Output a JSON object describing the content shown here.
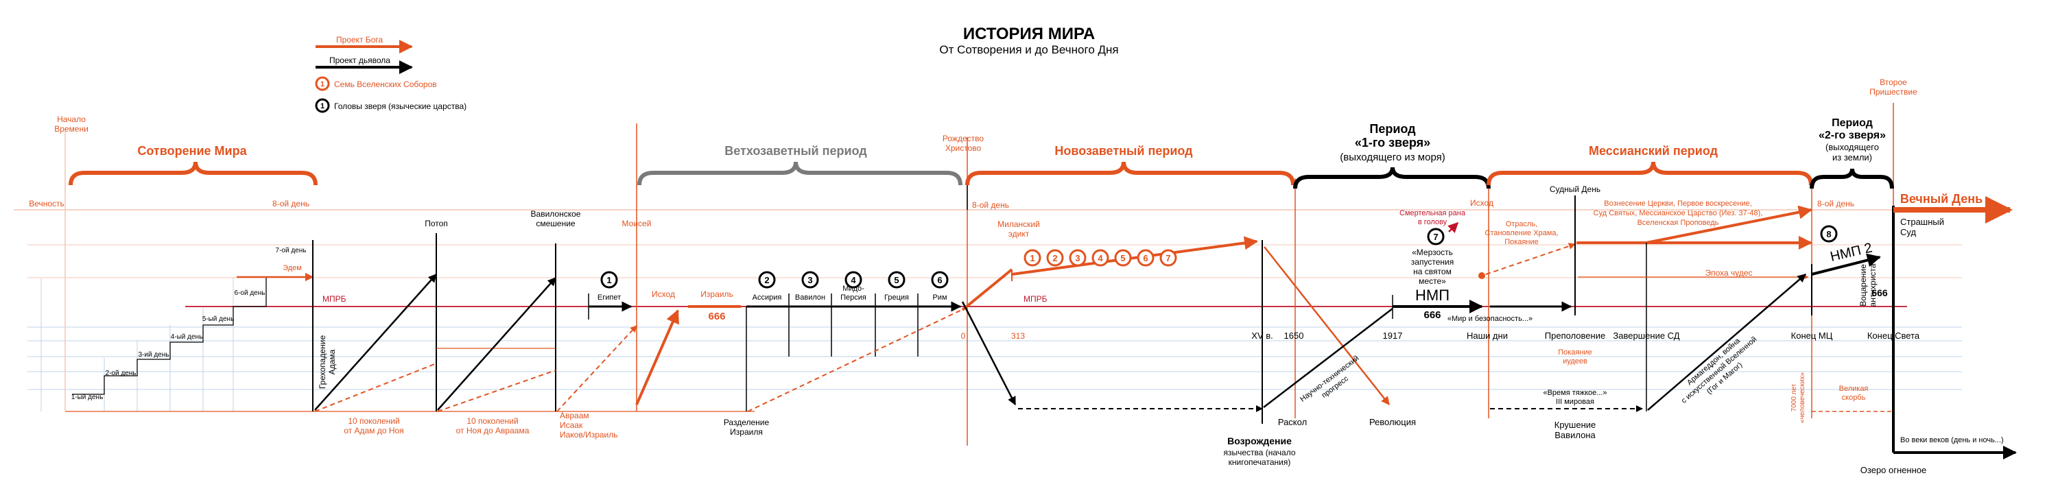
{
  "title": "ИСТОРИЯ МИРА",
  "subtitle": "От Сотворения и до Вечного Дня",
  "legend": {
    "god_project": "Проект Бога",
    "devil_project": "Проект дьявола",
    "councils": "Семь Вселенских Соборов",
    "heads": "Головы зверя (языческие царства)"
  },
  "colors": {
    "orange": "#e2531f",
    "black": "#000000",
    "gray": "#7a7a7a",
    "red": "#c0132a",
    "faint_orange": "#f4c7b3",
    "faint_blue": "#bcd3e8"
  },
  "periods": {
    "creation": "Сотворение Мира",
    "old_testament": "Ветхозаветный период",
    "new_testament": "Новозаветный период",
    "first_beast": [
      "Период",
      "«1-го зверя»",
      "(выходящего из моря)"
    ],
    "messianic": "Мессианский период",
    "second_beast": [
      "Период",
      "«2-го зверя»",
      "(выходящего",
      "из земли)"
    ],
    "eternal_day": "Вечный День"
  },
  "top_labels": {
    "beginning_of_time": [
      "Начало",
      "Времени"
    ],
    "eternity": "Вечность",
    "eighth_day_1": "8-ой день",
    "christmas": [
      "Рождество",
      "Христово"
    ],
    "eighth_day_2": "8-ой день",
    "second_coming": [
      "Второе",
      "Пришествие"
    ],
    "eighth_day_3": "8-ой день",
    "exodus": "Исход",
    "judgment_day": "Судный День"
  },
  "days": [
    "1-ый день",
    "2-ой день",
    "3-ий день",
    "4-ый день",
    "5-ый день",
    "6-ой день",
    "7-ой день"
  ],
  "creation_labels": {
    "eden": "Эдем",
    "mprb_1": "МПРБ",
    "mprb_2": "МПРБ",
    "fall": [
      "Грехопадение",
      "Адама"
    ],
    "flood": "Потоп",
    "babylon": [
      "Вавилонское",
      "смешение"
    ],
    "gen_adam_noah": [
      "10 поколений",
      "от Адам до Ноя"
    ],
    "gen_noah_abraham": [
      "10 поколений",
      "от Ноя до Авраама"
    ],
    "patriarchs": [
      "Авраам",
      "Исаак",
      "Иаков/Израиль"
    ],
    "moses": "Моисей"
  },
  "old_testament": {
    "exodus": "Исход",
    "israel": "Израиль",
    "n666": "666",
    "division": [
      "Разделение",
      "Израиля"
    ],
    "heads": [
      {
        "num": "1",
        "label": [
          "Египет"
        ]
      },
      {
        "num": "2",
        "label": [
          "Ассирия"
        ]
      },
      {
        "num": "3",
        "label": [
          "Вавилон"
        ]
      },
      {
        "num": "4",
        "label": [
          "Мидо-",
          "Персия"
        ]
      },
      {
        "num": "5",
        "label": [
          "Греция"
        ]
      },
      {
        "num": "6",
        "label": [
          "Рим"
        ]
      }
    ]
  },
  "new_testament": {
    "milan_edict": [
      "Миланский",
      "эдикт"
    ],
    "councils": [
      "1",
      "2",
      "3",
      "4",
      "5",
      "6",
      "7"
    ],
    "year_0": "0",
    "year_313": "313",
    "xv": "XV в.",
    "y1650": "1650",
    "y1917": "1917",
    "schism": "Раскол",
    "revolution": "Революция",
    "revival": [
      "Возрождение",
      "язычества (начало",
      "книгопечатания)"
    ],
    "sci_progress": [
      "Научно-технический",
      "прогресс"
    ]
  },
  "first_beast": {
    "wound": [
      "Смертельная рана",
      "в голову"
    ],
    "head7": "7",
    "abomination": [
      "«Мерзость",
      "запустения",
      "на святом",
      "месте»"
    ],
    "nmp": "НМП",
    "n666": "666",
    "peace": "«Мир и безопасность...»",
    "our_days": "Наши дни"
  },
  "messianic": {
    "branch": [
      "Отрасль,",
      "Становление Храма,",
      "Покаяние"
    ],
    "ascension": [
      "Вознесение Церкви, Первое воскресение,",
      "Суд Святых, Мессианское Царство (Иез. 37-48),",
      "Вселенская Проповедь"
    ],
    "miracle_era": "Эпоха чудес",
    "jews_repent": [
      "Покаяние",
      "иудеев"
    ],
    "preaching": "Преполовение",
    "completion": "Завершение СД",
    "hard_time": [
      "«Время тяжкое...»",
      "III мировая"
    ],
    "babylon_fall": [
      "Крушение",
      "Вавилона"
    ],
    "armageddon": [
      "Армагеддон, война",
      "с искусственной Вселенной",
      "(Гог и Магог)"
    ],
    "y7000": [
      "7000 лет",
      "«человеческих»"
    ]
  },
  "second_beast": {
    "head8": "8",
    "nmp2": "НМП 2",
    "enthronement": [
      "Воцарение",
      "антихриста",
      "666"
    ],
    "end_mc": "Конец МЦ",
    "end_world": "Конец Света",
    "great_sorrow": [
      "Великая",
      "скорбь"
    ],
    "last_judgment": [
      "Страшный",
      "Суд"
    ],
    "forever": "Во веки веков (день и ночь...)",
    "lake_fire": "Озеро огненное"
  }
}
